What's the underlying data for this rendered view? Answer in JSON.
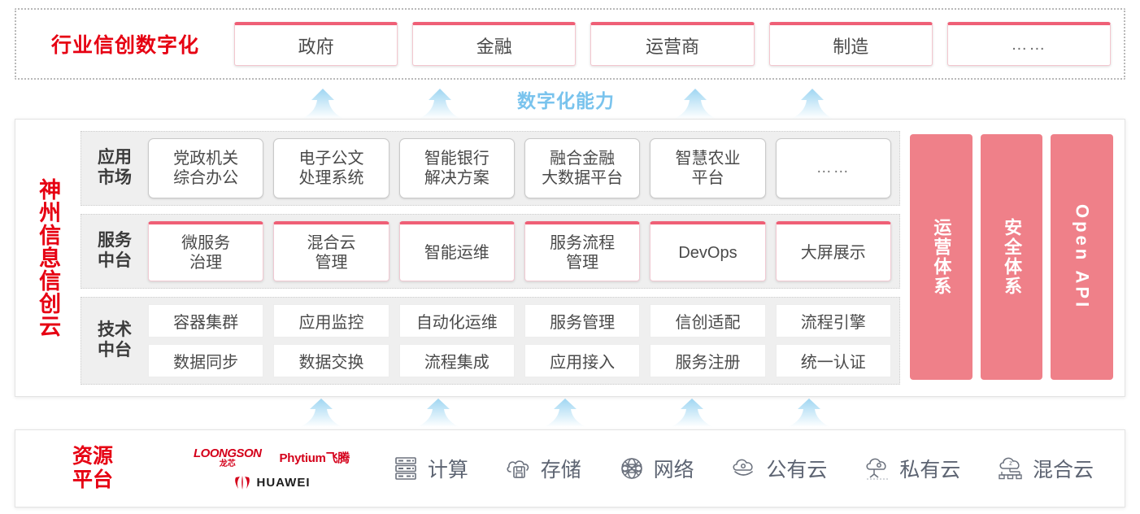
{
  "industry": {
    "title": "行业信创数字化",
    "tiles": [
      {
        "label": "政府",
        "kind": "text"
      },
      {
        "label": "金融",
        "kind": "text"
      },
      {
        "label": "运营商",
        "kind": "text"
      },
      {
        "label": "制造",
        "kind": "text"
      },
      {
        "label": "……",
        "kind": "dots"
      }
    ]
  },
  "capability": {
    "label": "数字化能力",
    "arrow_count_top": 4,
    "arrow_count_bottom": 5
  },
  "cloud": {
    "vertical_title": "神州信息信创云",
    "layers": [
      {
        "id": "app-market",
        "label": "应用\n市场",
        "label_lines": [
          "应用",
          "市场"
        ],
        "tiles": [
          {
            "lines": [
              "党政机关",
              "综合办公"
            ],
            "kind": "text"
          },
          {
            "lines": [
              "电子公文",
              "处理系统"
            ],
            "kind": "text"
          },
          {
            "lines": [
              "智能银行",
              "解决方案"
            ],
            "kind": "text"
          },
          {
            "lines": [
              "融合金融",
              "大数据平台"
            ],
            "kind": "text"
          },
          {
            "lines": [
              "智慧农业",
              "平台"
            ],
            "kind": "text"
          },
          {
            "lines": [
              "……"
            ],
            "kind": "dots"
          }
        ]
      },
      {
        "id": "service-platform",
        "label_lines": [
          "服务",
          "中台"
        ],
        "tiles": [
          {
            "lines": [
              "微服务",
              "治理"
            ]
          },
          {
            "lines": [
              "混合云",
              "管理"
            ]
          },
          {
            "lines": [
              "智能运维"
            ]
          },
          {
            "lines": [
              "服务流程",
              "管理"
            ]
          },
          {
            "lines": [
              "DevOps"
            ]
          },
          {
            "lines": [
              "大屏展示"
            ]
          }
        ]
      },
      {
        "id": "tech-platform",
        "label_lines": [
          "技术",
          "中台"
        ],
        "rows": [
          [
            "容器集群",
            "应用监控",
            "自动化运维",
            "服务管理",
            "信创适配",
            "流程引擎"
          ],
          [
            "数据同步",
            "数据交换",
            "流程集成",
            "应用接入",
            "服务注册",
            "统一认证"
          ]
        ]
      }
    ],
    "pillars": [
      {
        "label": "运营体系",
        "script": "cjk"
      },
      {
        "label": "安全体系",
        "script": "cjk"
      },
      {
        "label": "Open API",
        "script": "latin"
      }
    ]
  },
  "resource": {
    "title_lines": [
      "资源",
      "平台"
    ],
    "vendors": [
      {
        "name": "LOONGSON",
        "sub": "龙芯",
        "icon": "loongson-logo"
      },
      {
        "name": "Phytium飞腾",
        "icon": "phytium-logo"
      },
      {
        "name": "HUAWEI",
        "icon": "huawei-logo"
      }
    ],
    "items": [
      {
        "label": "计算",
        "icon": "server-icon"
      },
      {
        "label": "存储",
        "icon": "cloud-storage-icon"
      },
      {
        "label": "网络",
        "icon": "network-globe-icon"
      },
      {
        "label": "公有云",
        "icon": "public-cloud-icon"
      },
      {
        "label": "私有云",
        "icon": "private-cloud-icon"
      },
      {
        "label": "混合云",
        "icon": "hybrid-cloud-icon"
      }
    ]
  },
  "colors": {
    "brand_red": "#e60012",
    "pink": "#ef8089",
    "tile_accent": "#ef5f76",
    "arrow_blue": "#aadcf5",
    "capability_text": "#79c3ed",
    "panel_gray": "#efefef"
  }
}
